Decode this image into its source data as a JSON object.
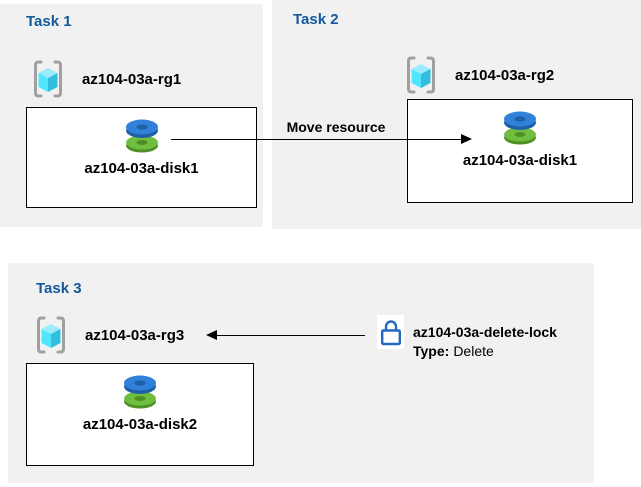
{
  "colors": {
    "panel_bg": "#f1f1f1",
    "title_blue": "#13599b",
    "text": "#000000",
    "box_border": "#000000",
    "arrow": "#000000",
    "bracket_gray": "#a0a0a0",
    "cube_top": "#9cebff",
    "cube_left": "#50e6ff",
    "cube_right": "#32bedd",
    "disk_blue": "#3180da",
    "disk_blue_dark": "#1e5fa8",
    "disk_green": "#6fbe3f",
    "disk_green_dark": "#4e8f26",
    "lock_blue": "#2368c5"
  },
  "tasks": [
    {
      "title": "Task 1",
      "resource_group": "az104-03a-rg1",
      "resource": "az104-03a-disk1"
    },
    {
      "title": "Task 2",
      "resource_group": "az104-03a-rg2",
      "resource": "az104-03a-disk1"
    },
    {
      "title": "Task 3",
      "resource_group": "az104-03a-rg3",
      "resource": "az104-03a-disk2"
    }
  ],
  "move": {
    "label": "Move resource"
  },
  "lock": {
    "name": "az104-03a-delete-lock",
    "type_label": "Type:",
    "type_value": "Delete"
  }
}
